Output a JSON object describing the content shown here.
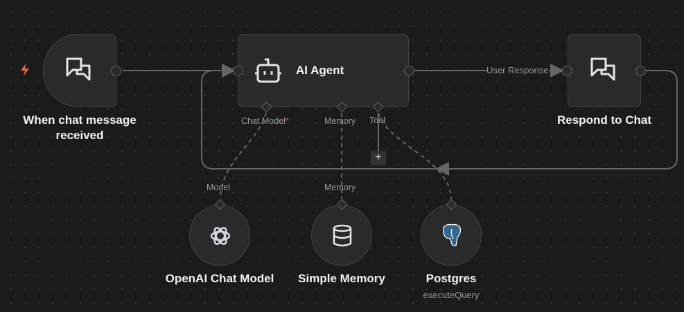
{
  "nodes": {
    "trigger": {
      "label": "When chat message received",
      "icon": "chat-icon",
      "trigger_icon": "lightning-icon"
    },
    "agent": {
      "label": "AI Agent",
      "icon": "robot-icon",
      "ports": {
        "chat_model": "Chat Model",
        "chat_model_required": "*",
        "memory": "Memory",
        "tool": "Tool"
      }
    },
    "respond": {
      "label": "Respond to Chat",
      "icon": "chat-icon"
    },
    "openai": {
      "label": "OpenAI Chat Model",
      "icon": "openai-icon",
      "port_label": "Model"
    },
    "memory": {
      "label": "Simple Memory",
      "icon": "database-icon",
      "port_label": "Memory"
    },
    "postgres": {
      "label": "Postgres",
      "subtitle": "executeQuery",
      "icon": "postgres-elephant-icon"
    }
  },
  "edges": {
    "agent_to_respond_label": "User Response"
  },
  "add_button": "+",
  "colors": {
    "trigger": "#e8634f",
    "postgres": "#336791",
    "canvas": "#1b1b1b"
  }
}
